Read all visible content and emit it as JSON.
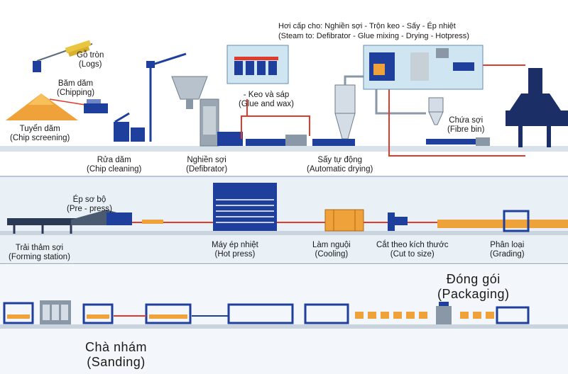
{
  "steam_note": {
    "vi": "Hơi cấp cho: Nghiền sợi - Trộn keo - Sấy - Ép nhiệt",
    "en": "(Steam to: Defibrator - Glue mixing - Drying - Hotpress)"
  },
  "row1": {
    "logs": {
      "vi": "Gỗ tròn",
      "en": "(Logs)"
    },
    "chipping": {
      "vi": "Băm dăm",
      "en": "(Chipping)"
    },
    "chip_screening": {
      "vi": "Tuyển dăm",
      "en": "(Chip screening)"
    },
    "chip_cleaning": {
      "vi": "Rửa dăm",
      "en": "(Chip cleaning)"
    },
    "defibrator": {
      "vi": "Nghiền sợi",
      "en": "(Defibrator)"
    },
    "glue_wax": {
      "vi": "- Keo và sáp",
      "en": "(Glue and wax)"
    },
    "drying": {
      "vi": "Sấy tự động",
      "en": "(Automatic drying)"
    },
    "fibre_bin": {
      "vi": "Chứa sợi",
      "en": "(Fibre bin)"
    }
  },
  "row2": {
    "prepress": {
      "vi": "Ép sơ bộ",
      "en": "(Pre - press)"
    },
    "forming": {
      "vi": "Trải thảm sợi",
      "en": "(Forming station)"
    },
    "hotpress": {
      "vi": "Máy ép nhiệt",
      "en": "(Hot press)"
    },
    "cooling": {
      "vi": "Làm nguội",
      "en": "(Cooling)"
    },
    "cut": {
      "vi": "Cắt theo kích thước",
      "en": "(Cut to size)"
    },
    "grading": {
      "vi": "Phân loại",
      "en": "(Grading)"
    }
  },
  "row3": {
    "packaging": {
      "vi": "Đóng gói",
      "en": "(Packaging)"
    },
    "sanding": {
      "vi": "Chà nhám",
      "en": "(Sanding)"
    }
  },
  "colors": {
    "machine_blue": "#1f3f9c",
    "pipe_red": "#e23a2a",
    "board_orange": "#f0a23a",
    "steel_grey": "#8a97a6"
  }
}
